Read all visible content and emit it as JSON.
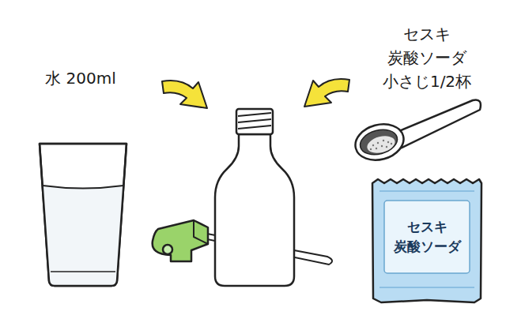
{
  "diagram": {
    "nodes": [
      {
        "text": [
          "セスキ 炭酸ソーダ"
        ]
      }
    ],
    "labels": [
      "水 200ml",
      "セスキ 炭酸ソーダ 小さじ1/2杯"
    ]
  }
}
